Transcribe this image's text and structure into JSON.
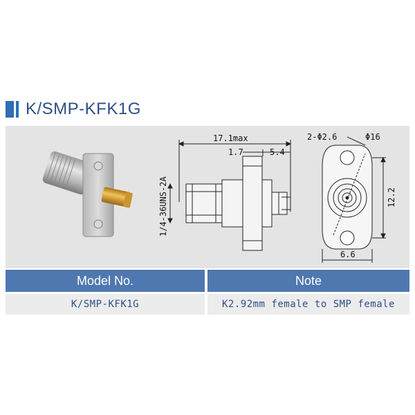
{
  "header": {
    "title": "K/SMP-KFK1G"
  },
  "drawing": {
    "overall_length": "17.1max",
    "dim_a": "1.7",
    "dim_b": "5.4",
    "thread": "1/4-36UNS-2A",
    "holes": "2-Φ2.6",
    "diameter": "Φ16",
    "hole_spacing": "12.2",
    "flange_width": "6.6"
  },
  "table": {
    "headers": [
      "Model No.",
      "Note"
    ],
    "rows": [
      {
        "model": "K/SMP-KFK1G",
        "note": "K2.92mm female to SMP female"
      }
    ]
  },
  "colors": {
    "brand_blue": "#2f6db5",
    "header_bg": "#4f78b0",
    "panel_bg": "#e4e4e4"
  }
}
